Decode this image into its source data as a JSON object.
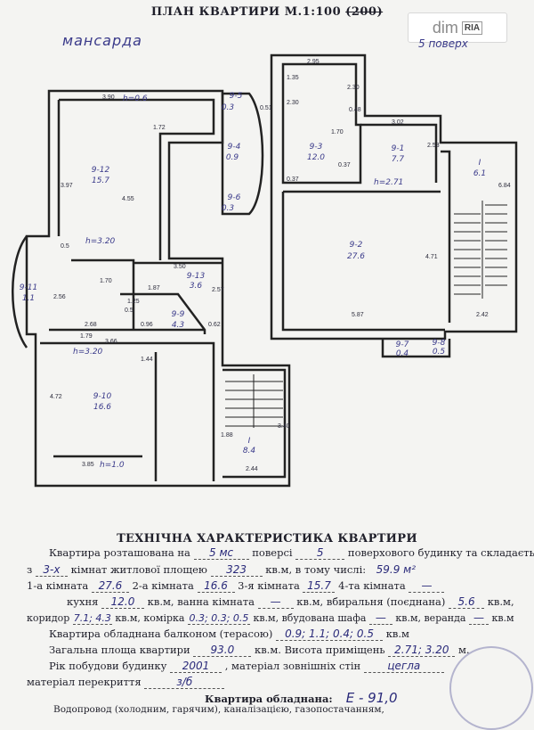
{
  "header": {
    "title_main": "ПЛАН КВАРТИРИ М.1:100",
    "title_scale_struck": "(200)",
    "label_mansard": "мансарда",
    "label_floor": "5 поверх"
  },
  "watermark": {
    "brand_dim": "dim",
    "brand_ria": "RIA"
  },
  "plan_left": {
    "rooms": [
      {
        "id": "9-11",
        "area": "1.1"
      },
      {
        "id": "9-12",
        "area": "15.7"
      },
      {
        "id": "9-13",
        "area": "3.6"
      },
      {
        "id": "9-9",
        "area": "4.3"
      },
      {
        "id": "9-10",
        "area": "16.6"
      },
      {
        "id": "I",
        "area": "8.4"
      }
    ],
    "heights": {
      "h1": "h=0.6",
      "h2": "h=3.20",
      "h3": "h=3.20",
      "h4": "h=1.0"
    },
    "dims": {
      "d1": "3.90",
      "d2": "1.72",
      "d3": "3.97",
      "d4": "4.55",
      "d5": "0.5",
      "d6": "2.56",
      "d7": "3.50",
      "d8": "1.70",
      "d9": "1.87",
      "d10": "2.57",
      "d11": "2.68",
      "d12": "0.96",
      "d13": "0.62",
      "d14": "1.79",
      "d15": "4.72",
      "d16": "1.44",
      "d17": "3.85",
      "d18": "1.88",
      "d19": "3.40",
      "d20": "2.44",
      "d21": "0.5",
      "d22": "1.25",
      "d23": "3.66"
    }
  },
  "plan_middle": {
    "rooms": [
      {
        "id": "9-5",
        "area": "0.3"
      },
      {
        "id": "9-4",
        "area": "0.9"
      },
      {
        "id": "9-6",
        "area": "0.3"
      }
    ],
    "dims": {
      "m1": "0.51"
    }
  },
  "plan_right": {
    "rooms": [
      {
        "id": "9-3",
        "area": "12.0"
      },
      {
        "id": "9-1",
        "area": "7.7"
      },
      {
        "id": "9-2",
        "area": "27.6"
      },
      {
        "id": "I",
        "area": "6.1"
      },
      {
        "id": "9-7",
        "area": "0.4"
      },
      {
        "id": "9-8",
        "area": "0.5"
      }
    ],
    "height": "h=2.71",
    "dims": {
      "r1": "2.95",
      "r2": "1.35",
      "r3": "2.30",
      "r4": "1.70",
      "r5": "0.48",
      "r6": "3.02",
      "r7": "2.53",
      "r8": "0.37",
      "r9": "0.37",
      "r10": "4.71",
      "r11": "5.87",
      "r12": "2.42",
      "r13": "6.84",
      "r14": "2.30"
    }
  },
  "characteristics": {
    "section_title": "ТЕХНІЧНА ХАРАКТЕРИСТИКА КВАРТИРИ",
    "l1_a": "Квартира розташована на",
    "l1_v1": "5 мс",
    "l1_b": "поверсі",
    "l1_v2": "5",
    "l1_c": "поверхового будинку та складається",
    "l2_a": "з",
    "l2_v1": "3-х",
    "l2_b": "кімнат житлової площею",
    "l2_v2": "323",
    "l2_c": "кв.м, в тому числі:",
    "l2_v3": "59.9 м²",
    "l3_a": "1-а кімната",
    "l3_v1": "27.6",
    "l3_b": "2-а кімната",
    "l3_v2": "16.6",
    "l3_c": "3-я кімната",
    "l3_v3": "15.7",
    "l3_d": "4-та кімната",
    "l3_v4": "—",
    "l4_a": "кухня",
    "l4_v1": "12.0",
    "l4_b": "кв.м, ванна кімната",
    "l4_v2": "—",
    "l4_c": "кв.м, вбиральня (поєднана)",
    "l4_v3": "5.6",
    "l4_d": "кв.м,",
    "l5_a": "коридор",
    "l5_v1": "7.1; 4.3",
    "l5_b": "кв.м, комірка",
    "l5_v2": "0.3; 0.3; 0.5",
    "l5_c": "кв.м, вбудована шафа",
    "l5_v3": "—",
    "l5_d": "кв.м, веранда",
    "l5_v4": "—",
    "l5_e": "кв.м",
    "l6_a": "Квартира обладнана балконом (терасою)",
    "l6_v1": "0.9; 1.1; 0.4; 0.5",
    "l6_b": "кв.м",
    "l7_a": "Загальна площа квартири",
    "l7_v1": "93.0",
    "l7_b": "кв.м.   Висота приміщень",
    "l7_v2": "2.71; 3.20",
    "l7_c": "м.",
    "l8_a": "Рік побудови будинку",
    "l8_v1": "2001",
    "l8_b": ", матеріал зовнішніх стін",
    "l8_v2": "цегла",
    "l9_a": "матеріал перекриття",
    "l9_v1": "з/б",
    "l10_a": "Квартира обладнана:",
    "l10_v1": "Е - 91,0",
    "l11": "Водопровод   (холодним,         гарячим),          каналізацією,          газопостачанням,"
  }
}
